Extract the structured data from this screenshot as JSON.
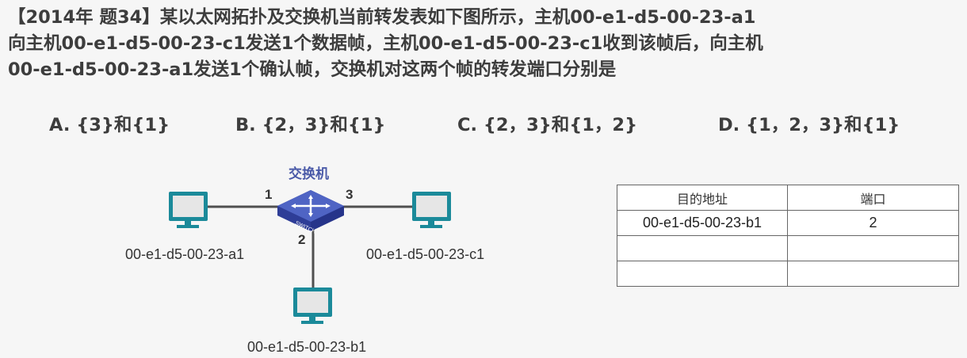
{
  "question": {
    "lines": [
      "【2014年 题34】某以太网拓扑及交换机当前转发表如下图所示，主机00-e1-d5-00-23-a1",
      "向主机00-e1-d5-00-23-c1发送1个数据帧，主机00-e1-d5-00-23-c1收到该帧后，向主机",
      "00-e1-d5-00-23-a1发送1个确认帧，交换机对这两个帧的转发端口分别是"
    ]
  },
  "options": [
    {
      "label": "A. {3}和{1}"
    },
    {
      "label": "B. {2，3}和{1}"
    },
    {
      "label": "C. {2，3}和{1，2}"
    },
    {
      "label": "D. {1，2，3}和{1}"
    }
  ],
  "diagram": {
    "switch_label": "交换机",
    "switch_text": "SWITCH",
    "ports": {
      "p1": "1",
      "p2": "2",
      "p3": "3"
    },
    "hosts": {
      "a1": "00-e1-d5-00-23-a1",
      "b1": "00-e1-d5-00-23-b1",
      "c1": "00-e1-d5-00-23-c1"
    },
    "colors": {
      "switch_top": "#4f64c4",
      "switch_side": "#26348a",
      "monitor": "#1b8a9a"
    }
  },
  "table": {
    "headers": [
      "目的地址",
      "端口"
    ],
    "rows": [
      [
        "00-e1-d5-00-23-b1",
        "2"
      ],
      [
        "",
        ""
      ],
      [
        "",
        ""
      ]
    ]
  }
}
